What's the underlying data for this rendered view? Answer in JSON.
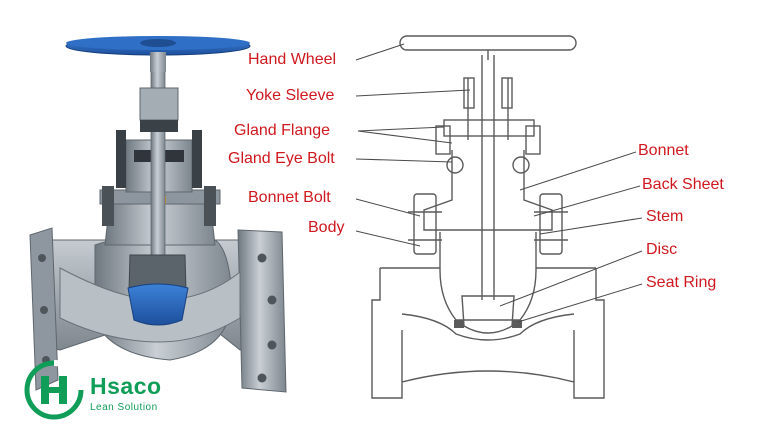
{
  "colors": {
    "label": "#d0181f",
    "handwheel": "#2f6fc6",
    "disc": "#1f7fd6",
    "metal": "#9aa3ab",
    "drawing_line": "#5a5a5a",
    "brand": "#0f9d58"
  },
  "labels": {
    "hand_wheel": "Hand Wheel",
    "yoke_sleeve": "Yoke Sleeve",
    "gland_flange": "Gland Flange",
    "gland_eye_bolt": "Gland Eye Bolt",
    "bonnet_bolt": "Bonnet Bolt",
    "body": "Body",
    "bonnet": "Bonnet",
    "back_sheet": "Back Sheet",
    "stem": "Stem",
    "disc": "Disc",
    "seat_ring": "Seat Ring"
  },
  "brand": {
    "name": "Hsaco",
    "tagline": "Lean Solution",
    "logo_icon": "hsaco-logo-icon"
  }
}
